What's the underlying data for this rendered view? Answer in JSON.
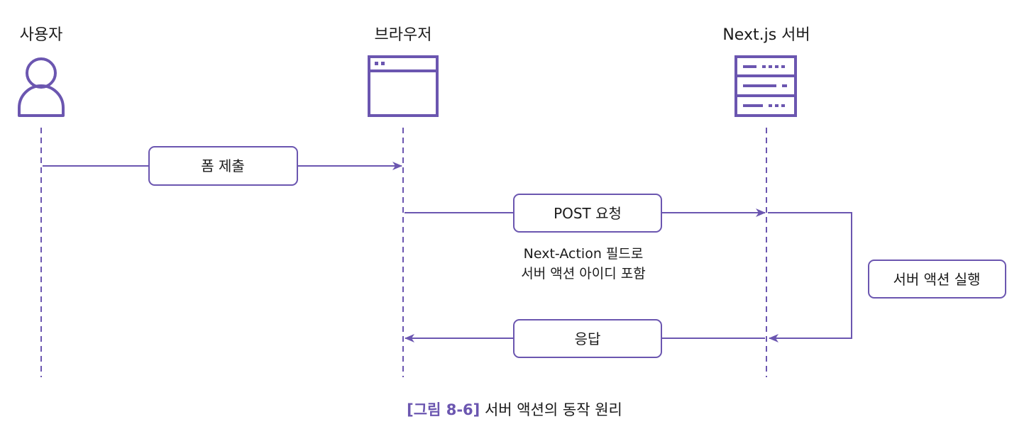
{
  "colors": {
    "accent": "#6b56b0",
    "text": "#1a1a1a",
    "box_fill": "#ffffff"
  },
  "actors": {
    "user": {
      "label": "사용자",
      "icon": "user-icon"
    },
    "browser": {
      "label": "브라우저",
      "icon": "browser-window-icon"
    },
    "server": {
      "label": "Next.js 서버",
      "icon": "server-rack-icon"
    }
  },
  "messages": {
    "form_submit": {
      "label": "폼 제출"
    },
    "post_request": {
      "label": "POST 요청"
    },
    "response": {
      "label": "응답"
    }
  },
  "note": {
    "line1": "Next-Action 필드로",
    "line2": "서버 액션 아이디 포함"
  },
  "self_action": {
    "label": "서버 액션 실행"
  },
  "caption": {
    "prefix": "[그림 8-6]",
    "text": "서버 액션의 동작 원리"
  }
}
